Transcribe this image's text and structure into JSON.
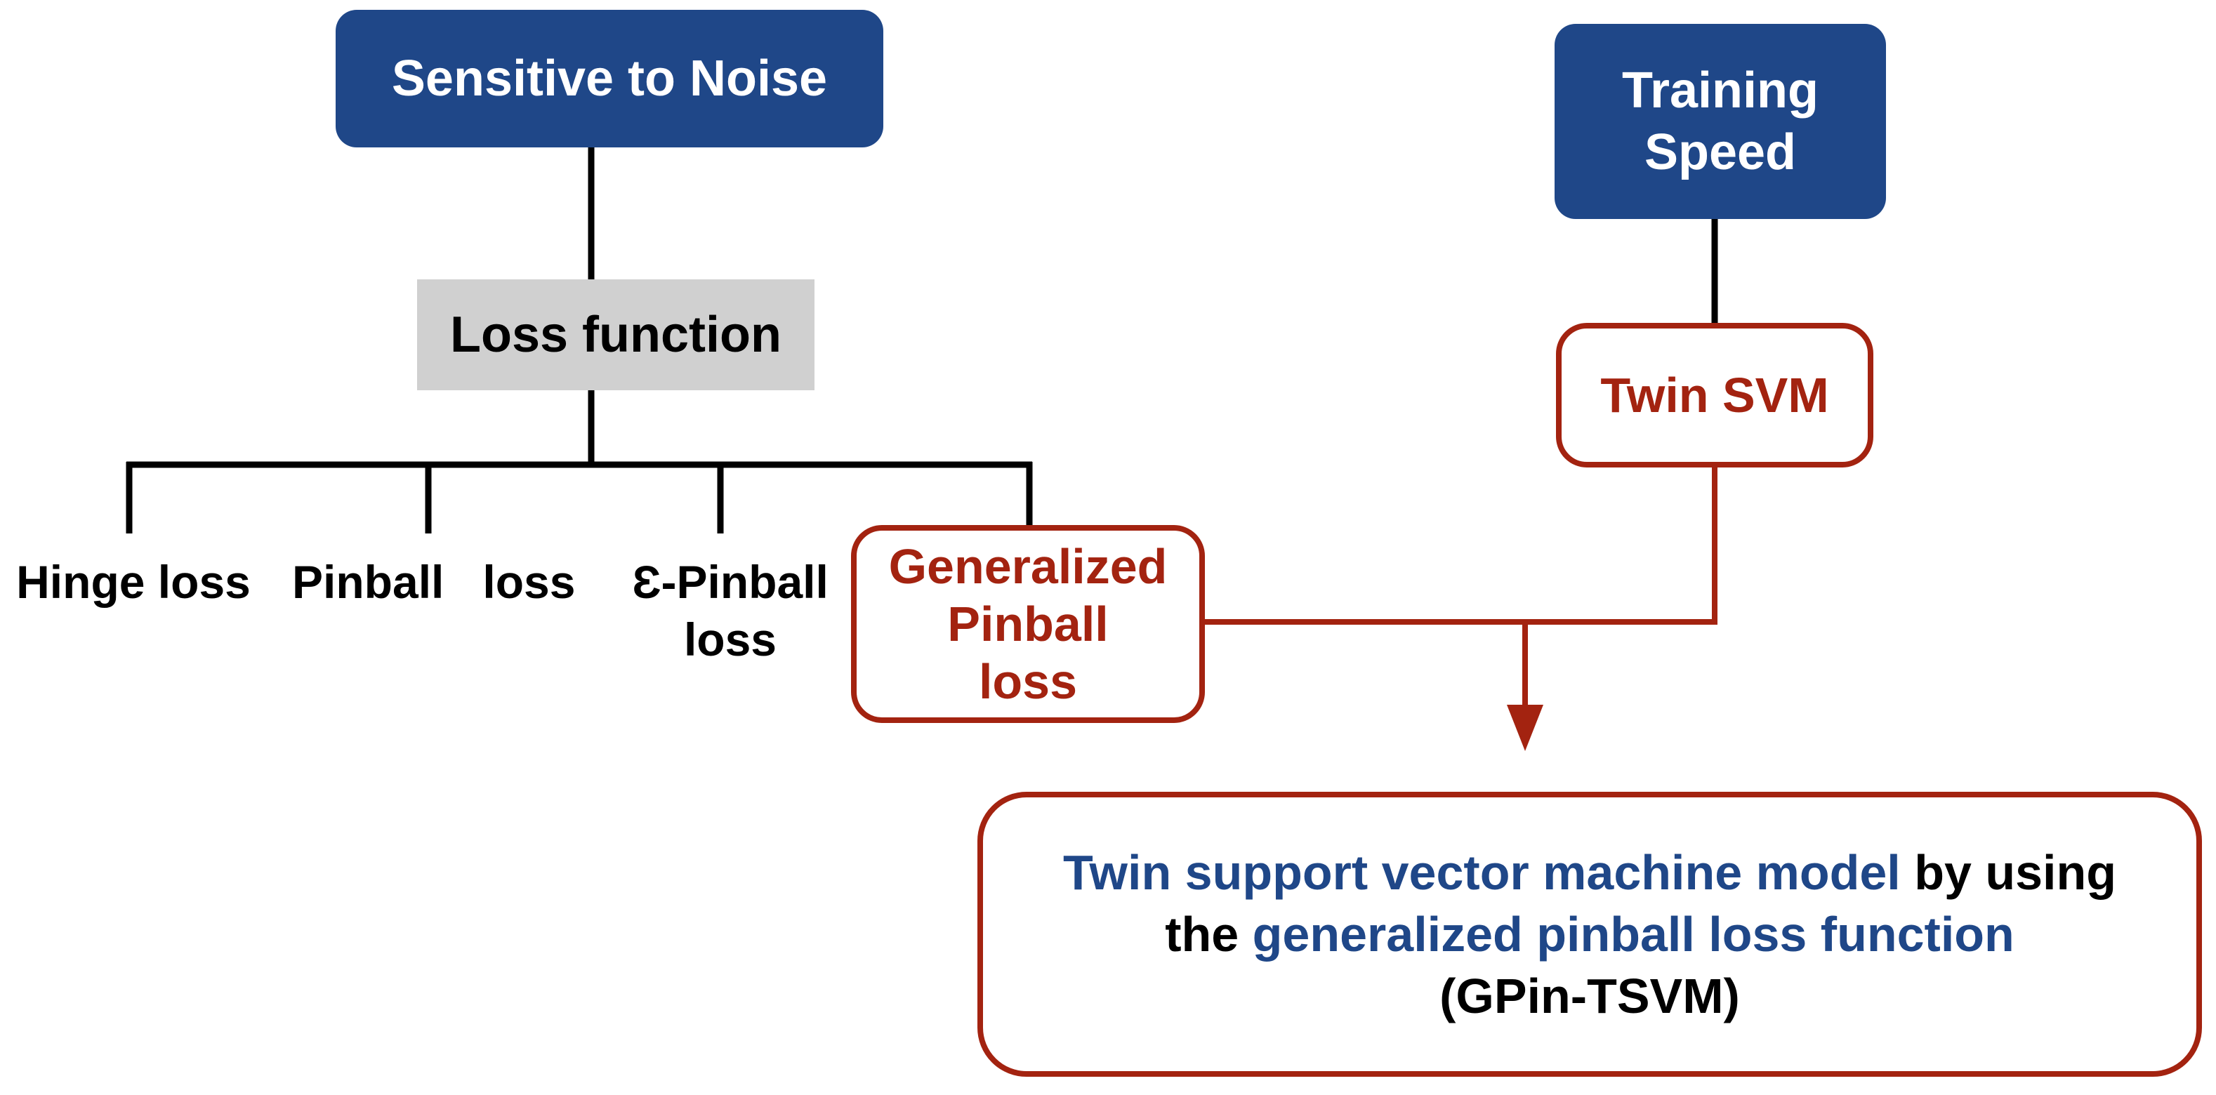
{
  "nodes": {
    "sensitive_to_noise": "Sensitive to Noise",
    "training_speed_line1": "Training",
    "training_speed_line2": "Speed",
    "loss_function": "Loss function",
    "twin_svm": "Twin SVM",
    "generalized_line1": "Generalized",
    "generalized_line2": "Pinball",
    "generalized_line3": "loss"
  },
  "leaves": {
    "hinge": "Hinge loss",
    "pinball": "Pinball   loss",
    "eps_line1": "Ɛ-Pinball",
    "eps_line2": "loss"
  },
  "result": {
    "part1": "Twin support vector machine model",
    "part2": " by using",
    "part3": "the ",
    "part4": "generalized pinball loss function",
    "part5": "(GPin-TSVM)"
  },
  "colors": {
    "blue": "#1f4788",
    "red": "#a32310",
    "gray": "#d0d0d0",
    "black": "#000000"
  }
}
